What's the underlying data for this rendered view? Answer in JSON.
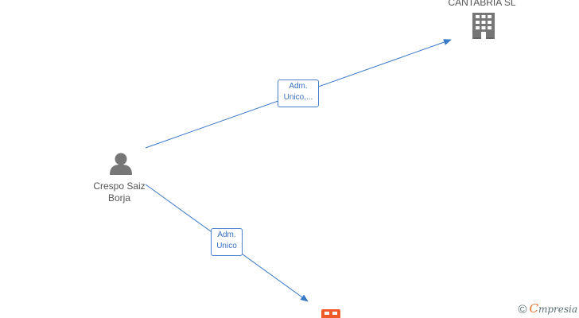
{
  "nodes": {
    "company_top": {
      "label": "CANTABRIA  SL",
      "icon": "building-icon",
      "color": "#777777"
    },
    "person": {
      "label_line1": "Crespo Saiz",
      "label_line2": "Borja",
      "icon": "person-icon",
      "color": "#777777"
    },
    "company_bottom": {
      "icon": "company-icon",
      "color": "#f05a28"
    }
  },
  "edges": {
    "to_top": {
      "label_line1": "Adm.",
      "label_line2": "Unico,...",
      "color": "#3a78c8"
    },
    "to_bottom": {
      "label_line1": "Adm.",
      "label_line2": "Unico",
      "color": "#3a78c8"
    }
  },
  "branding": {
    "copyright": "©",
    "logo_initial": "C",
    "logo_rest": "mpresia"
  }
}
